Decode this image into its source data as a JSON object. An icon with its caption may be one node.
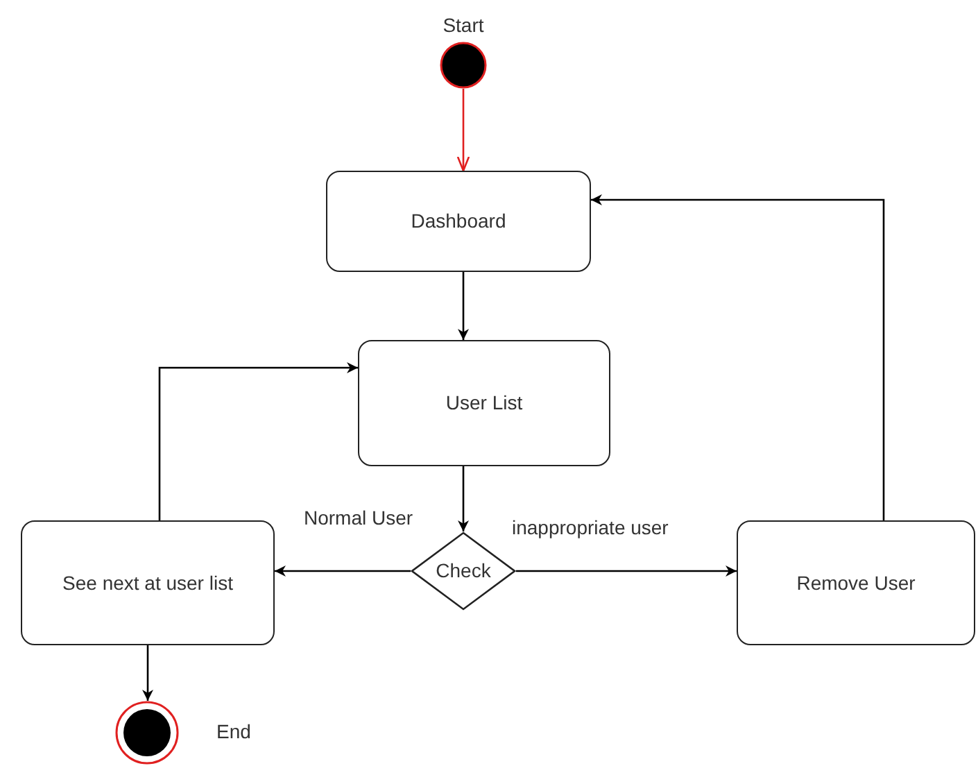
{
  "diagram": {
    "nodes": [
      {
        "text": [
          "Start"
        ]
      },
      {
        "text": [
          "Dashboard"
        ]
      },
      {
        "text": [
          "User List"
        ]
      },
      {
        "text": [
          "Check"
        ]
      },
      {
        "text": [
          "See next at user list"
        ]
      },
      {
        "text": [
          "Remove User"
        ]
      },
      {
        "text": [],
        "shape": "circle",
        "beside": [
          "End"
        ]
      }
    ],
    "edges": [
      {
        "from": 0,
        "to": 1,
        "arrow": "to",
        "color": "#e02020"
      },
      {
        "from": 1,
        "to": 2,
        "arrow": "to"
      },
      {
        "from": 2,
        "to": 3,
        "arrow": "to"
      },
      {
        "from": 3,
        "to": 4,
        "arrow": "to",
        "label": "Normal User"
      },
      {
        "from": 3,
        "to": 5,
        "arrow": "to",
        "label": "inappropriate user"
      },
      {
        "from": 4,
        "to": 2,
        "arrow": "to"
      },
      {
        "from": 5,
        "to": 1,
        "arrow": "to"
      },
      {
        "from": 4,
        "to": 6,
        "arrow": "to"
      }
    ]
  }
}
